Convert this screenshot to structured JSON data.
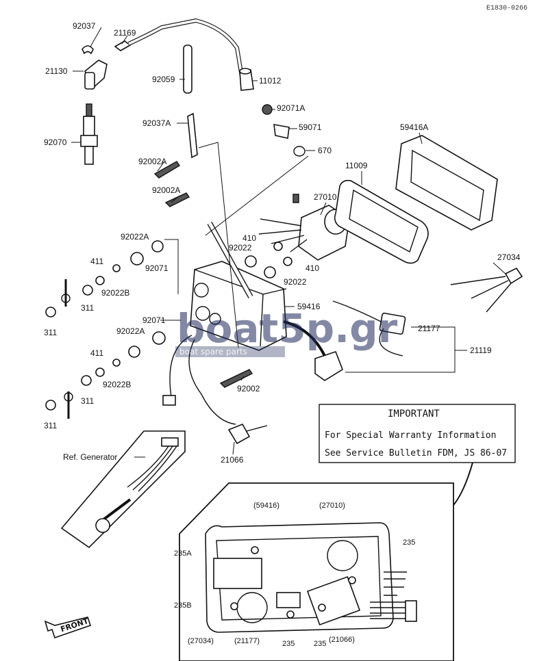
{
  "ref_code": "E1830-0266",
  "parts": {
    "p92037": "92037",
    "p21169": "21169",
    "p21130": "21130",
    "p92059": "92059",
    "p11012": "11012",
    "p92070": "92070",
    "p92071A": "92071A",
    "p92037A": "92037A",
    "p59071": "59071",
    "p670": "670",
    "p59416A": "59416A",
    "p92002A_1": "92002A",
    "p92002A_2": "92002A",
    "p11009": "11009",
    "p27010": "27010",
    "p410_1": "410",
    "p92022_1": "92022",
    "p410_2": "410",
    "p92022_2": "92022",
    "p92022A_1": "92022A",
    "p92071_1": "92071",
    "p411_1": "411",
    "p92022B_1": "92022B",
    "p311_1": "311",
    "p311_2": "311",
    "p27034": "27034",
    "p59416": "59416",
    "p92071_2": "92071",
    "p92022A_2": "92022A",
    "p21177": "21177",
    "p21119": "21119",
    "p411_2": "411",
    "p92022B_2": "92022B",
    "p311_3": "311",
    "p311_4": "311",
    "p92002": "92002",
    "p21066": "21066",
    "ref_generator": "Ref. Generator"
  },
  "important": {
    "title": "IMPORTANT",
    "line1": "For Special Warranty Information",
    "line2": "See Service Bulletin FDM, JS 86-07"
  },
  "detail": {
    "c59416": "(59416)",
    "c27010": "(27010)",
    "c235_top": "235",
    "c235A": "235A",
    "c235B": "235B",
    "c27034": "(27034)",
    "c21177": "(21177)",
    "c235_bot1": "235",
    "c235_bot2": "235",
    "c21066": "(21066)"
  },
  "front_label": "FRONT",
  "watermark": {
    "brand": "boat5p.gr",
    "tagline": "boat spare parts"
  }
}
